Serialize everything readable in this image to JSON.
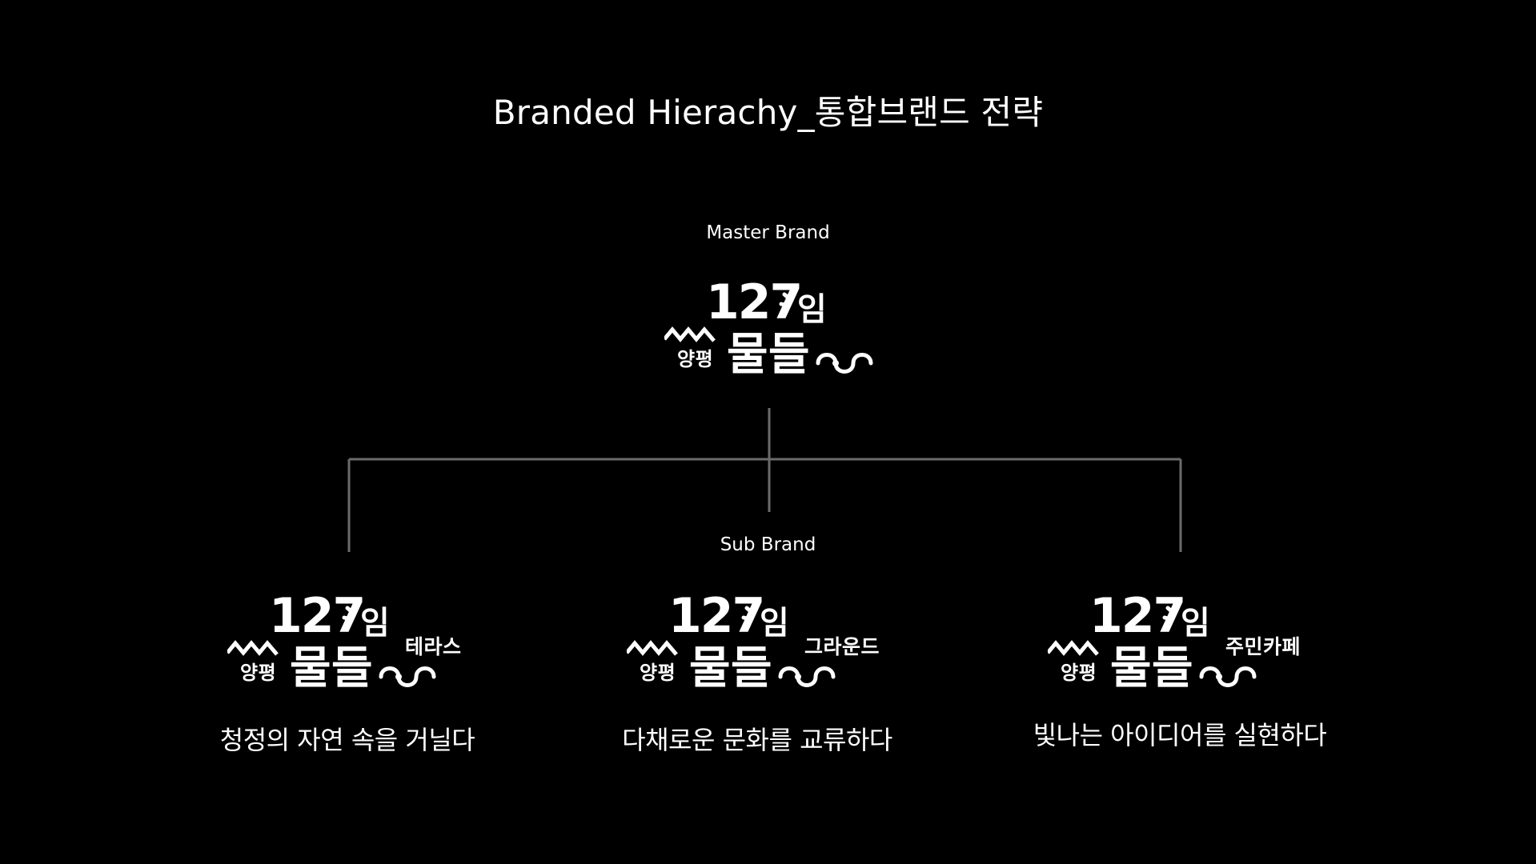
{
  "title": "Branded Hierachy_통합브랜드 전략",
  "master": {
    "label": "Master Brand",
    "logo": {
      "number": "127",
      "place": "양평",
      "name_top": "임",
      "name_bottom": "물들"
    }
  },
  "sub": {
    "label": "Sub Brand",
    "items": [
      {
        "suffix": "테라스",
        "tagline": "청정의 자연 속을 거닐다"
      },
      {
        "suffix": "그라운드",
        "tagline": "다채로운 문화를 교류하다"
      },
      {
        "suffix": "주민카페",
        "tagline": "빛나는 아이디어를 실현하다"
      }
    ]
  },
  "colors": {
    "background": "#000000",
    "text": "#ffffff",
    "connector": "#6b6b6b"
  }
}
